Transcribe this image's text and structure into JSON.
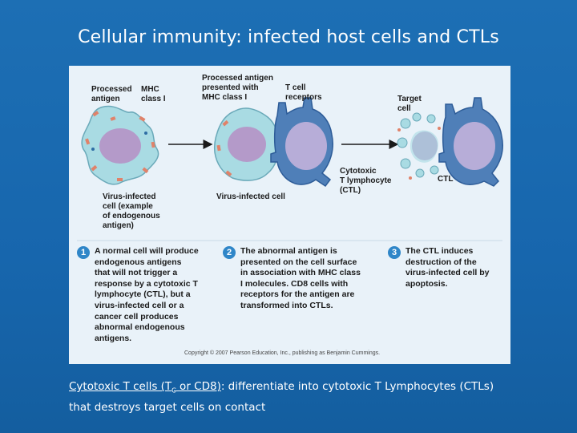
{
  "slide": {
    "title": "Cellular immunity:  infected host cells and CTLs"
  },
  "figure": {
    "labels": {
      "processed_antigen": "Processed\nantigen",
      "mhc": "MHC\nclass I",
      "antigen_presented": "Processed antigen\npresented with\nMHC class I",
      "t_cell_receptors": "T cell\nreceptors",
      "target_cell": "Target\ncell",
      "virus_infected_1": "Virus-infected\ncell (example\nof endogenous\nantigen)",
      "virus_infected_2": "Virus-infected cell",
      "cytotoxic": "Cytotoxic\nT lymphocyte\n(CTL)",
      "ctl": "CTL"
    },
    "steps": [
      {
        "number": "1",
        "text": "A normal cell will produce endogenous antigens that will not trigger a response by a cytotoxic T lymphocyte (CTL), but a virus-infected cell or a cancer cell produces abnormal endogenous antigens."
      },
      {
        "number": "2",
        "text": "The abnormal antigen is presented on the cell surface in association with MHC class I  molecules. CD8 cells with receptors for the antigen are transformed into CTLs."
      },
      {
        "number": "3",
        "text": "The CTL induces destruction of the virus-infected cell by apoptosis."
      }
    ],
    "copyright": "Copyright © 2007 Pearson Education, Inc., publishing as Benjamin Cummings."
  },
  "caption": {
    "term_prefix": "Cytotoxic T cells (T",
    "term_sub": "C",
    "term_suffix": " or CD8)",
    "line1_rest": ":  differentiate into cytotoxic T  Lymphocytes (CTLs)",
    "line2": "that destroys target cells on contact"
  },
  "colors": {
    "background": "#1766ad",
    "figure_bg": "#e9f2f9",
    "infected_cell": "#a9dbe3",
    "nucleus": "#b49ac9",
    "ctl_cell": "#4f7fb8",
    "antigen": "#e0826a",
    "step_badge": "#2f86c8"
  }
}
